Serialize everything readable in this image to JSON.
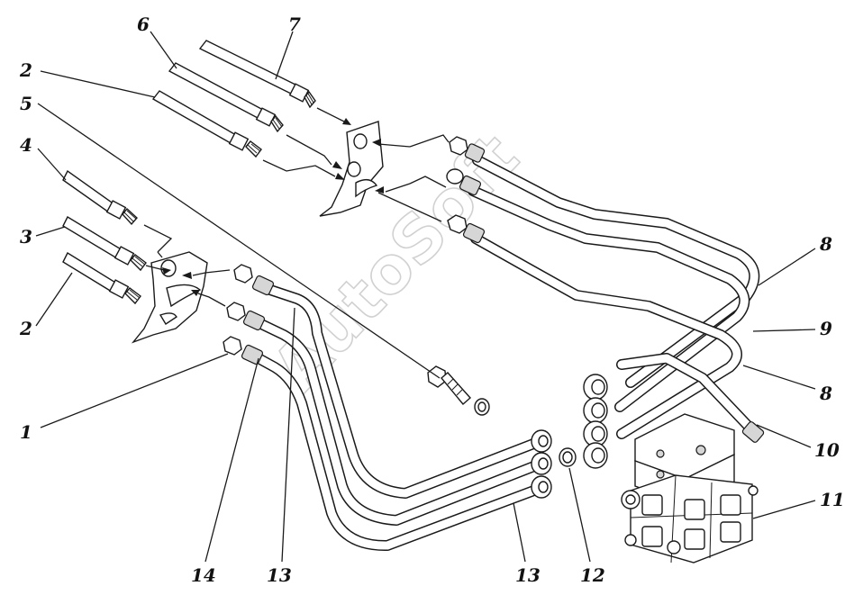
{
  "watermark": {
    "text": "AutoSoft"
  },
  "callouts": {
    "c1": "1",
    "c2a": "2",
    "c2b": "2",
    "c3": "3",
    "c4": "4",
    "c5": "5",
    "c6": "6",
    "c7": "7",
    "c8a": "8",
    "c8b": "8",
    "c9": "9",
    "c10": "10",
    "c11": "11",
    "c12": "12",
    "c13a": "13",
    "c13b": "13",
    "c14": "14"
  }
}
